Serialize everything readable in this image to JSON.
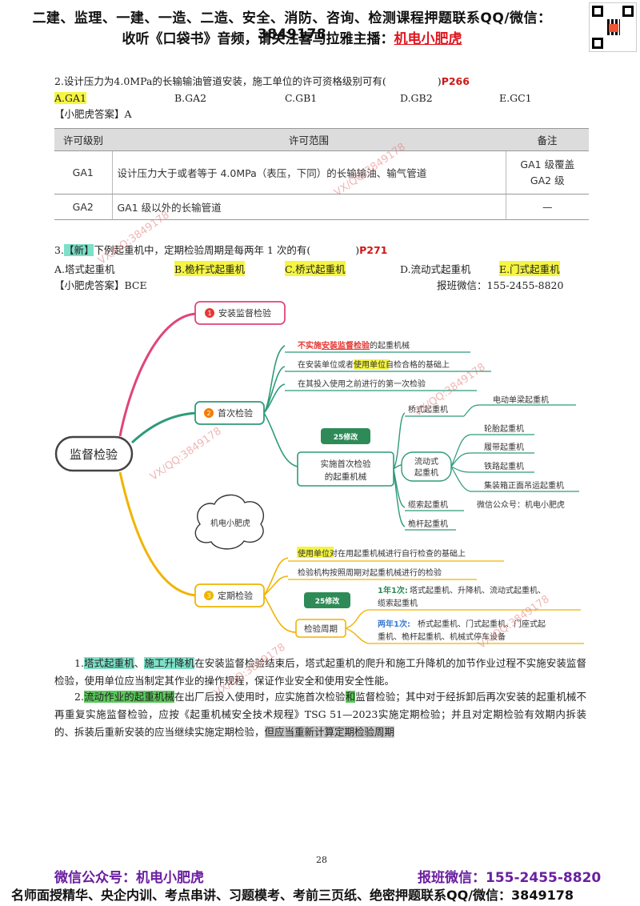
{
  "header": {
    "line1": "二建、监理、一建、一造、二造、安全、消防、咨询、检测课程押题联系QQ/微信：3849178",
    "line2_prefix": "收听《口袋书》音频，请关注喜马拉雅主播：",
    "line2_name": "机电小肥虎"
  },
  "q2": {
    "stem": "2.设计压力为4.0MPa的长输输油管道安装，施工单位的许可资格级别可有(",
    "stem_close": ")",
    "ref": "P266",
    "options": [
      "A.GA1",
      "B.GA2",
      "C.GB1",
      "D.GB2",
      "E.GC1"
    ],
    "answer": "【小肥虎答案】A"
  },
  "table": {
    "headers": [
      "许可级别",
      "许可范围",
      "备注"
    ],
    "rows": [
      {
        "level": "GA1",
        "scope": "设计压力大于或者等于 4.0MPa（表压，下同）的长输输油、输气管道",
        "note1": "GA1 级覆盖",
        "note2": "GA2 级"
      },
      {
        "level": "GA2",
        "scope": "GA1 级以外的长输管道",
        "note1": "—",
        "note2": ""
      }
    ]
  },
  "q3": {
    "num": "3.",
    "tag": "【新】",
    "stem": "下例起重机中，定期检验周期是每两年 1 次的有(",
    "stem_close": ")",
    "ref": "P271",
    "options": [
      "A.塔式起重机",
      "B.桅杆式起重机",
      "C.桥式起重机",
      "D.流动式起重机",
      "E.门式起重机"
    ],
    "answer": "【小肥虎答案】BCE",
    "contact": "报班微信：155-2455-8820"
  },
  "mindmap": {
    "root": "监督检验",
    "n1": "安装监督检验",
    "n2": "首次检验",
    "n3": "定期检验",
    "n2_items": [
      "不实施安装监督检验的起重机械",
      "在安装单位或者使用单位自检合格的基础上",
      "在其投入使用之前进行的第一次检验"
    ],
    "n2_items_hl": [
      "不实施",
      "安装监督检验",
      "使用单位"
    ],
    "badge": "25修改",
    "first_box": "实施首次检验的起重机械",
    "bridge": "桥式起重机",
    "bridge_child": "电动单梁起重机",
    "mobile": "流动式起重机",
    "mobile_children": [
      "轮胎起重机",
      "履带起重机",
      "铁路起重机",
      "集装箱正面吊运起重机"
    ],
    "cable": "缆索起重机",
    "wechat": "微信公众号：机电小肥虎",
    "mast": "桅杆起重机",
    "cloud": "机电小肥虎",
    "n3_items": [
      "使用单位对在用起重机械进行自行检查的基础上",
      "检验机构按照周期对起重机械进行的检验"
    ],
    "period": "检验周期",
    "year1_label": "1年1次:",
    "year1_text": "塔式起重机、升降机、流动式起重机、缆索起重机",
    "year2_label": "两年1次:",
    "year2_text": "桥式起重机、门式起重机、门座式起重机、桅杆起重机、机械式停车设备"
  },
  "notes": {
    "p1_a": "塔式起重机",
    "p1_b": "施工升降机",
    "p1_rest": "在安装监督检验结束后，塔式起重机的爬升和施工升降机的加节作业过程不实施安装监督检验，使用单位应当制定其作业的操作规程，保证作业安全和使用安全性能。",
    "p2_num": "2.",
    "p2_a": "流动作业的起重机械",
    "p2_b": "在出厂后投入使用时，应实施首次检验",
    "p2_c": "和",
    "p2_d": "监督检验；其中对于经拆卸后再次安装的起重机械不再重复实施监督检验，应按《起重机械安全技术规程》TSG 51—2023实施定期检验；并且对定期检验有效期内拆装的、拆装后重新安装的应当继续实施定期检验，",
    "p2_e": "但应当重新计算定期检验周期",
    "p1_num": "1."
  },
  "page_number": "28",
  "footer": {
    "left": "微信公众号：机电小肥虎",
    "right": "报班微信：155-2455-8820",
    "bottom": "名师面授精华、央企内训、考点串讲、习题模考、考前三页纸、绝密押题联系QQ/微信：3849178"
  },
  "watermark": "VX/QQ:3849178"
}
